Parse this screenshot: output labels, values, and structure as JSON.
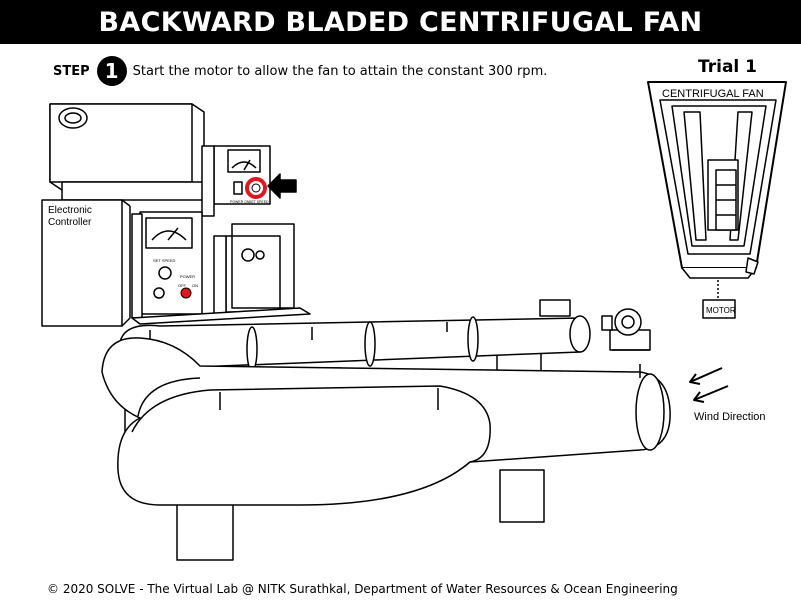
{
  "header": {
    "title": "BACKWARD BLADED CENTRIFUGAL FAN"
  },
  "step": {
    "label": "STEP",
    "number": "1",
    "instruction": "Start the motor to allow the fan to attain the constant 300 rpm."
  },
  "trial": {
    "label": "Trial 1"
  },
  "controller": {
    "label_line1": "Electronic",
    "label_line2": "Controller",
    "set_speed_label": "SET SPEED",
    "power_label": "POWER",
    "off_label": "OFF",
    "on_label": "ON",
    "power_on_label": "POWER ON",
    "set_speed_small_label": "SET SPEED"
  },
  "fan_inset": {
    "title": "CENTRIFUGAL FAN",
    "motor_label": "MOTOR"
  },
  "wind": {
    "label": "Wind Direction"
  },
  "footer": {
    "text": "© 2020 SOLVE - The Virtual Lab @ NITK Surathkal, Department of Water Resources & Ocean Engineering"
  },
  "colors": {
    "highlight": "#e8141c",
    "ink": "#000000"
  }
}
